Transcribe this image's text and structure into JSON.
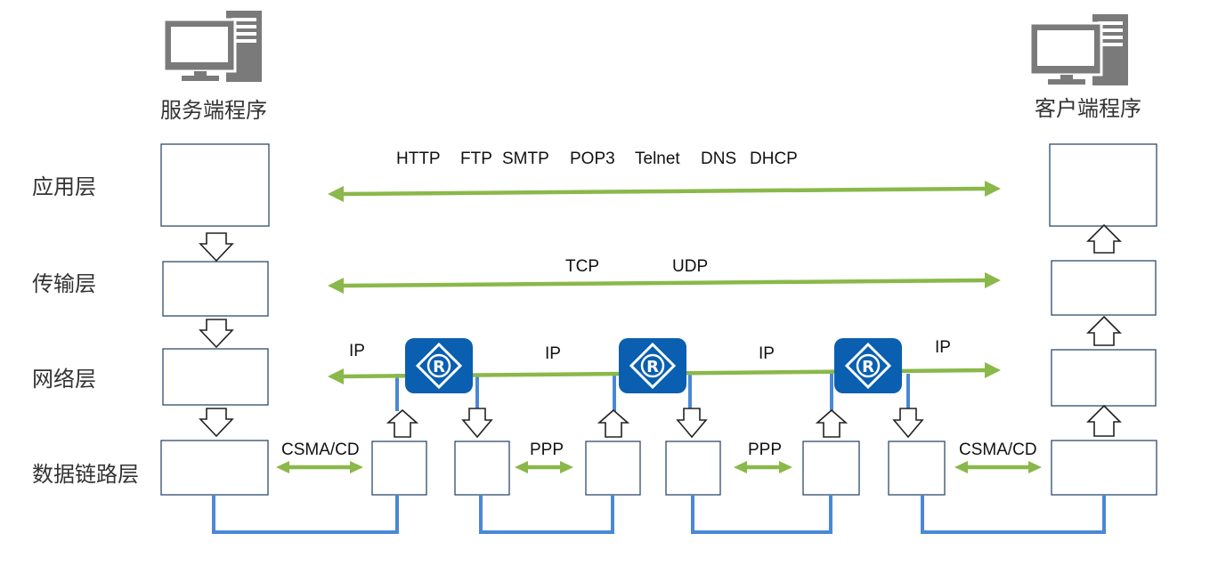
{
  "hosts": {
    "server": {
      "label": "服务端程序",
      "icon": "computer-icon"
    },
    "client": {
      "label": "客户端程序",
      "icon": "computer-icon"
    }
  },
  "layers": {
    "application": "应用层",
    "transport": "传输层",
    "network": "网络层",
    "datalink": "数据链路层"
  },
  "protocols": {
    "application": [
      "HTTP",
      "FTP",
      "SMTP",
      "POP3",
      "Telnet",
      "DNS",
      "DHCP"
    ],
    "transport": [
      "TCP",
      "UDP"
    ],
    "network": [
      "IP",
      "IP",
      "IP",
      "IP"
    ],
    "datalink": [
      "CSMA/CD",
      "PPP",
      "PPP",
      "CSMA/CD"
    ]
  },
  "router": {
    "icon": "router-icon",
    "symbol": "R",
    "count": 3
  },
  "colors": {
    "protocol_arrow": "#8ab84a",
    "physical_link": "#4a88d6",
    "router_fill": "#0a5fb0",
    "box_border": "#2f4a6b",
    "computer_icon": "#7a7a7a"
  }
}
